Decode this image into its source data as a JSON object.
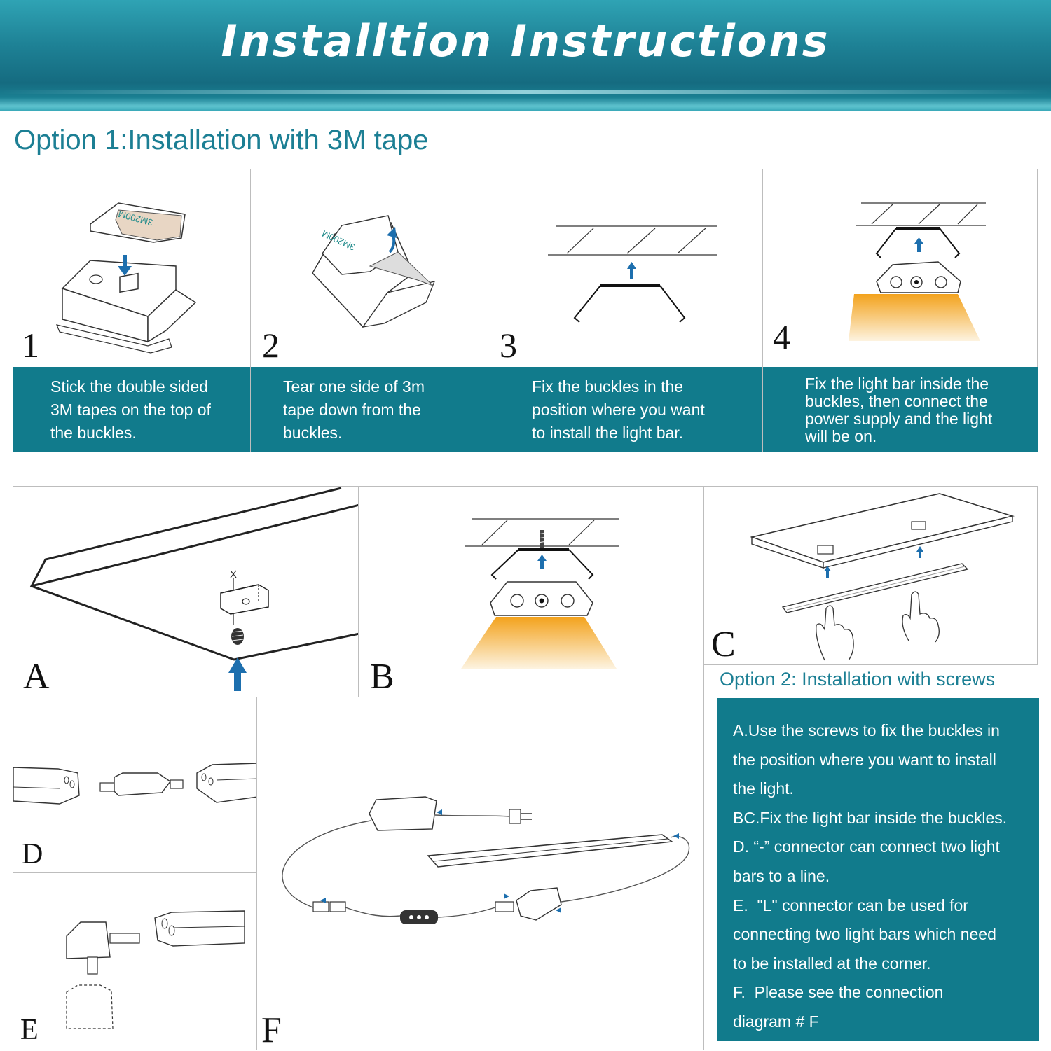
{
  "header": {
    "title": "Installtion Instructions"
  },
  "option1": {
    "title": "Option 1:Installation with 3M tape",
    "steps": [
      {
        "number": "1",
        "text": "Stick the double sided 3M tapes on  the top of the buckles.",
        "lines": [
          "Stick the double sided",
          "3M tapes on  the top of",
          "the buckles."
        ]
      },
      {
        "number": "2",
        "text": "Tear one side of 3m tape down from the buckles.",
        "lines": [
          "Tear one side of 3m",
          "tape down from the",
          "buckles."
        ]
      },
      {
        "number": "3",
        "text": "Fix the buckles in the position where you want to install the light bar.",
        "lines": [
          "Fix the buckles in the",
          "position where you want",
          "to install the light bar."
        ]
      },
      {
        "number": "4",
        "text": "Fix the light bar inside the buckles, then connect the power supply and the light will be on.",
        "lines": [
          "Fix the light bar inside the",
          "buckles, then connect the",
          "power supply and the light",
          "will be on."
        ]
      }
    ],
    "tape_print": "3M200M"
  },
  "figures": {
    "a": "A",
    "b": "B",
    "c": "C",
    "d": "D",
    "e": "E",
    "f": "F"
  },
  "option2": {
    "title": "Option 2:  Installation with screws",
    "lines": [
      "A.Use the screws to fix the buckles in",
      "the position where you want to install",
      "the light.",
      "BC.Fix the light bar inside the buckles.",
      "D. “-” connector can connect two light",
      "bars to a line.",
      "E.  \"L\" connector can be used for",
      "connecting two light bars which need",
      "to be installed at the corner.",
      "F.  Please see the connection",
      "diagram # F"
    ]
  },
  "colors": {
    "teal": "#117b8c",
    "title_teal": "#1c7f94",
    "arrow_blue": "#1d6fae",
    "light_amber": "#f3a21c"
  }
}
